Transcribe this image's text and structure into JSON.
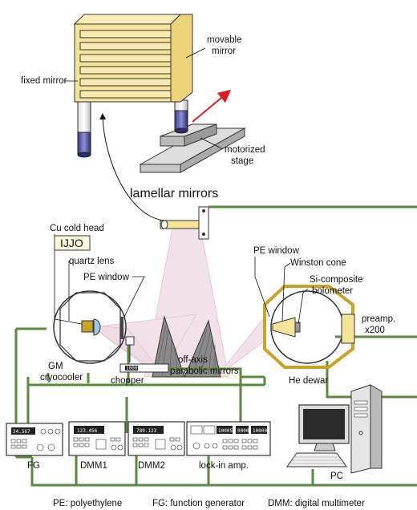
{
  "labels": {
    "fixed_mirror": "fixed mirror",
    "movable_mirror_1": "movable",
    "movable_mirror_2": "mirror",
    "motorized_stage_1": "motorized",
    "motorized_stage_2": "stage",
    "lamellar_mirrors": "lamellar mirrors",
    "cu_cold_head": "Cu cold head",
    "ijjo": "IJJO",
    "quartz_lens": "quartz lens",
    "pe_window_left": "PE window",
    "gm_cryocooler_1": "GM",
    "gm_cryocooler_2": "cryocooler",
    "chopper": "chopper",
    "off_axis_1": "off-axis",
    "off_axis_2": "parabolic mirrors",
    "pe_window_right": "PE window",
    "winston_cone": "Winston cone",
    "si_bolometer_1": "Si-composite",
    "si_bolometer_2": "bolometer",
    "preamp_1": "preamp.",
    "preamp_2": "x200",
    "he_dewar": "He dewar",
    "fg": "FG",
    "dmm1": "DMM1",
    "dmm2": "DMM2",
    "lockin": "lock-in amp.",
    "pc": "PC"
  },
  "displays": {
    "fg": "34.567",
    "dmm1": "123.456",
    "dmm2": "789.123",
    "lockin_a": "10005",
    "lockin_b": "0000",
    "lockin_c": "10000",
    "chopper": "1000.0"
  },
  "legend": {
    "pe": "PE: polyethylene",
    "fg": "FG: function generator",
    "dmm": "DMM: digital multimeter"
  },
  "colors": {
    "cable": "#5a8a3c",
    "mirror_yellow": "#f6e39a",
    "dewar_gold": "#c9a227",
    "beam_pink": "#d9b3c6",
    "arrow_red": "#d62020"
  }
}
